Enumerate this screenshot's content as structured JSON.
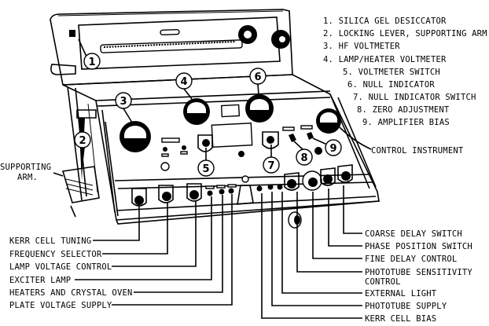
{
  "legend": [
    "1. SILICA GEL DESICCATOR",
    "2. LOCKING LEVER, SUPPORTING ARM",
    "3. HF VOLTMETER",
    "4. LAMP/HEATER VOLTMETER",
    "5. VOLTMETER SWITCH",
    "6. NULL INDICATOR",
    "7. NULL INDICATOR SWITCH",
    "8. ZERO ADJUSTMENT",
    "9. AMPLIFIER BIAS"
  ],
  "callouts": [
    "1",
    "2",
    "3",
    "4",
    "5",
    "6",
    "7",
    "8",
    "9"
  ],
  "side_labels": {
    "supporting_arm_1": "SUPPORTING",
    "supporting_arm_2": "ARM.",
    "control_instrument": "CONTROL INSTRUMENT"
  },
  "left_labels": [
    "KERR CELL TUNING",
    "FREQUENCY SELECTOR",
    "LAMP VOLTAGE CONTROL",
    "EXCITER LAMP",
    "HEATERS AND CRYSTAL OVEN",
    "PLATE VOLTAGE SUPPLY"
  ],
  "right_labels": [
    "COARSE DELAY SWITCH",
    "PHASE POSITION SWITCH",
    "FINE DELAY CONTROL",
    "PHOTOTUBE SENSITIVITY",
    "CONTROL",
    "EXTERNAL LIGHT",
    "PHOTOTUBE SUPPLY",
    "KERR CELL BIAS"
  ]
}
